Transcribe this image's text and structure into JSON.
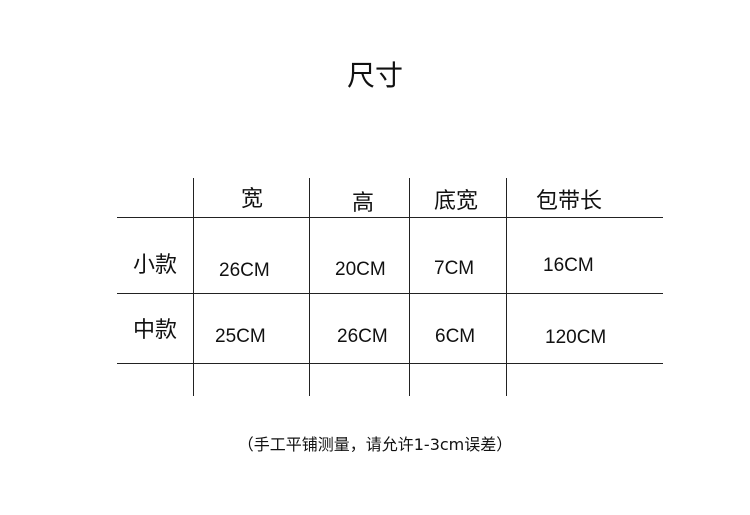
{
  "title": "尺寸",
  "table": {
    "headers": [
      "宽",
      "高",
      "底宽",
      "包带长"
    ],
    "rows": [
      {
        "label": "小款",
        "values": [
          "26CM",
          "20CM",
          "7CM",
          "16CM"
        ]
      },
      {
        "label": "中款",
        "values": [
          "25CM",
          "26CM",
          "6CM",
          "120CM"
        ]
      }
    ]
  },
  "note": "（手工平铺测量，请允许1-3cm误差）"
}
